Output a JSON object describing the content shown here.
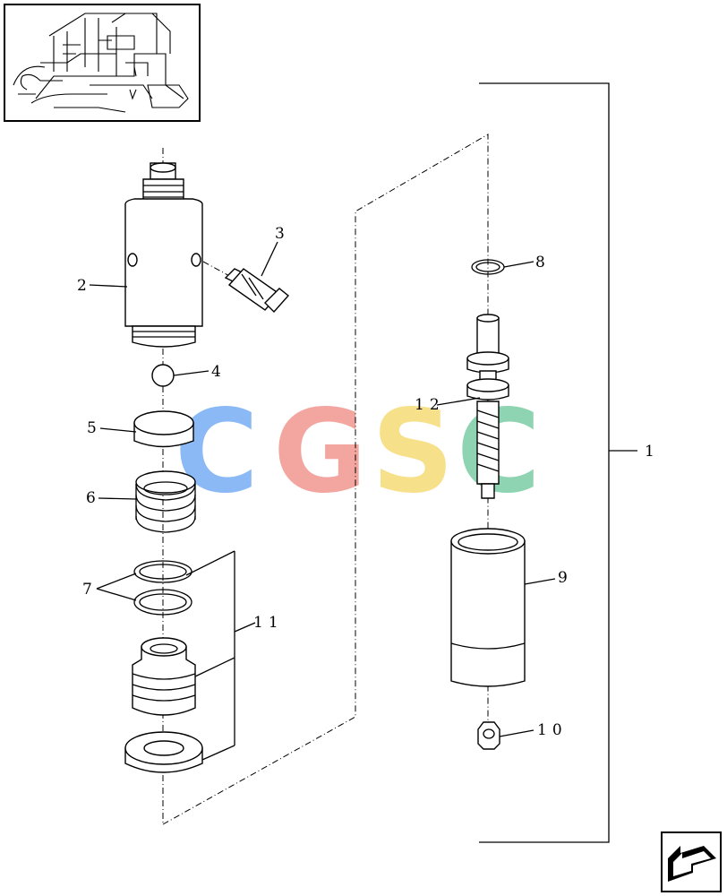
{
  "callouts": {
    "c1": "1",
    "c2": "2",
    "c3": "3",
    "c4": "4",
    "c5": "5",
    "c6": "6",
    "c7": "7",
    "c8": "8",
    "c9": "9",
    "c10": "10",
    "c11": "11",
    "c12": "12"
  },
  "watermark": {
    "letters": [
      "C",
      "G",
      "S",
      "C"
    ],
    "colors": [
      "#7ab0f5",
      "#f29a93",
      "#f7dc7a",
      "#7fcfa8"
    ]
  },
  "colors": {
    "ink": "#000000",
    "background": "#ffffff"
  },
  "icons": [
    "assembly-thumbnail",
    "navigation-arrow-icon"
  ]
}
